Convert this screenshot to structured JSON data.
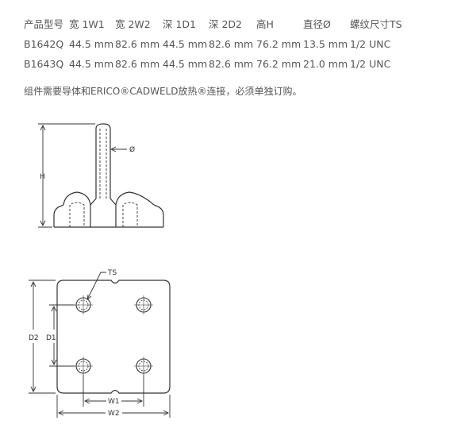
{
  "table": {
    "headers": [
      "产品型号",
      "宽 1W1",
      "宽 2W2",
      "深 1D1",
      "深 2D2",
      "高H",
      "直径Ø",
      "螺纹尺寸TS"
    ],
    "rows": [
      [
        "B1642Q",
        "44.5 mm",
        "82.6 mm",
        "44.5 mm",
        "82.6 mm",
        "76.2 mm",
        "13.5 mm",
        "1/2 UNC"
      ],
      [
        "B1643Q",
        "44.5 mm",
        "82.6 mm",
        "44.5 mm",
        "82.6 mm",
        "76.2 mm",
        "21.0 mm",
        "1/2 UNC"
      ]
    ]
  },
  "note": "组件需要导体和ERICO®CADWELD放热®连接，必须单独订购。",
  "side_view": {
    "height_label": "H",
    "diameter_label": "Ø"
  },
  "top_view": {
    "thread_label": "TS",
    "d2_label": "D2",
    "d1_label": "D1",
    "w1_label": "W1",
    "w2_label": "W2"
  },
  "colors": {
    "text": "#555555",
    "line": "#333333"
  }
}
